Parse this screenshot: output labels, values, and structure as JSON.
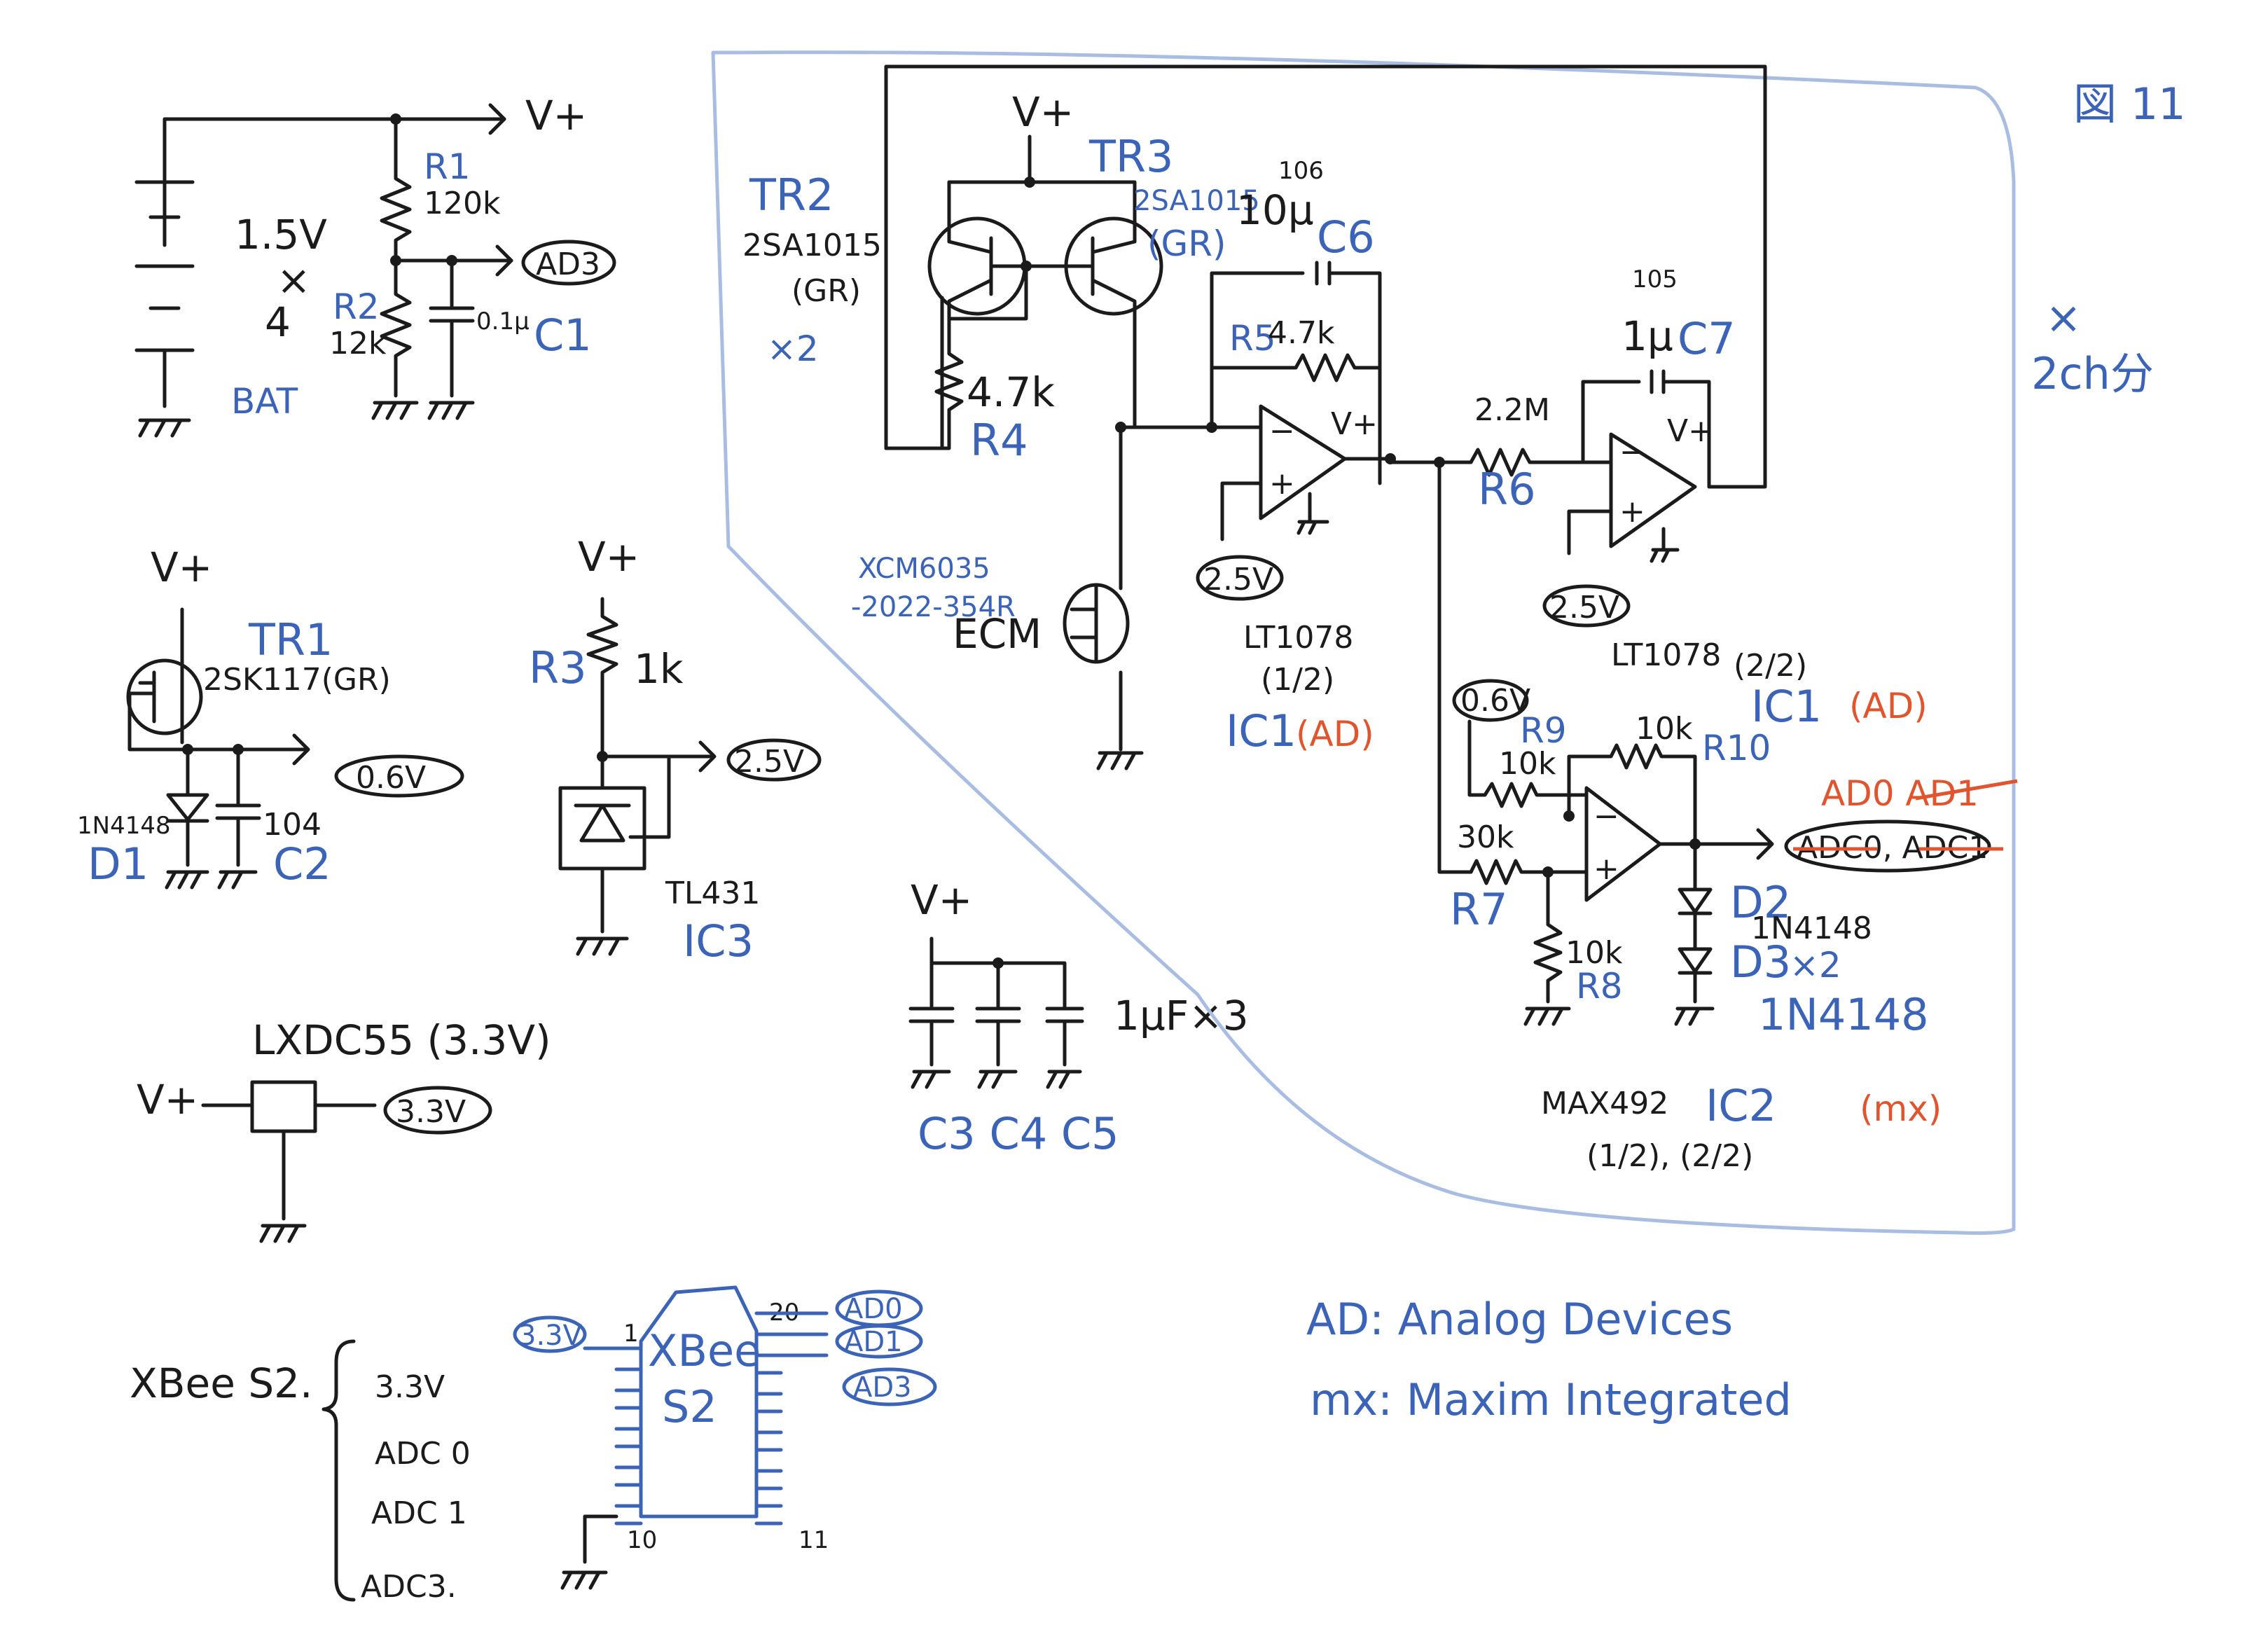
{
  "page_number": "図 11",
  "battery": {
    "voltage": "1.5V",
    "times": "×",
    "count": "4",
    "label": "BAT",
    "rail": "V+"
  },
  "divider": {
    "r1_name": "R1",
    "r1_value": "120k",
    "r2_name": "R2",
    "r2_value": "12k",
    "c1_value": "0.1μ",
    "c1_name": "C1",
    "out": "AD3"
  },
  "tr1_block": {
    "vplus": "V+",
    "name": "TR1",
    "part": "2SK117(GR)",
    "diode_part": "1N4148",
    "diode_name": "D1",
    "cap_value": "104",
    "cap_name": "C2",
    "out": "0.6V"
  },
  "ic3_block": {
    "vplus": "V+",
    "r3_name": "R3",
    "r3_value": "1k",
    "out": "2.5V",
    "part": "TL431",
    "name": "IC3"
  },
  "reg_block": {
    "part": "LXDC55 (3.3V)",
    "vplus": "V+",
    "out": "3.3V"
  },
  "caps_block": {
    "vplus": "V+",
    "value": "1μF×3",
    "names": "C3 C4 C5"
  },
  "xbee_list": {
    "title": "XBee S2.",
    "items": [
      "3.3V",
      "ADC 0",
      "ADC 1",
      "ADC3."
    ]
  },
  "xbee_chip": {
    "pin_left": "3.3V",
    "pin1": "1",
    "pin20": "20",
    "pin10": "10",
    "pin11": "11",
    "line1": "XBee",
    "line2": "S2",
    "ad0": "AD0",
    "ad1": "AD1",
    "ad3": "AD3"
  },
  "mic_amp": {
    "vplus": "V+",
    "tr2_name": "TR2",
    "tr2_part": "2SA1015",
    "tr2_grade": "(GR)",
    "tr2_mult": "×2",
    "tr3_name": "TR3",
    "tr3_part": "2SA1015",
    "tr3_grade": "(GR)",
    "r4_value": "4.7k",
    "r4_name": "R4",
    "ecm_part1": "XCM6035",
    "ecm_part2": "-2022-354R",
    "ecm": "ECM",
    "c6_code": "106",
    "c6_value": "10μ",
    "c6_name": "C6",
    "r5_name": "R5",
    "r5_value": "4.7k",
    "c7_code": "105",
    "c7_value": "1μ",
    "c7_name": "C7",
    "r6_value": "2.2M",
    "r6_name": "R6",
    "ref_a": "2.5V",
    "ref_b": "2.5V",
    "ic1a_part": "LT1078",
    "ic1a_unit": "(1/2)",
    "ic1a_name": "IC1",
    "ic1a_mfr": "(AD)",
    "ic1b_part": "LT1078",
    "ic1b_unit": "(2/2)",
    "ic1b_name": "IC1",
    "ic1b_mfr": "(AD)",
    "vplus_op": "V+",
    "mult_x": "×",
    "mult_ch": "2ch分",
    "ref_c": "0.6V",
    "r9_name": "R9",
    "r9_value": "10k",
    "r10_value": "10k",
    "r10_name": "R10",
    "r7_value": "30k",
    "r7_name": "R7",
    "r8_value": "10k",
    "r8_name": "R8",
    "out_old": "AD0 AD1",
    "out_new": "ADC0, ADC1",
    "d2_name": "D2",
    "d2_part": "1N4148",
    "d3_name": "D3",
    "d3_mult": "×2",
    "d3_part": "1N4148",
    "ic2_part": "MAX492",
    "ic2_name": "IC2",
    "ic2_mfr": "(mx)",
    "ic2_units": "(1/2), (2/2)"
  },
  "legend": {
    "ad": "AD: Analog Devices",
    "mx": "mx: Maxim Integrated"
  }
}
